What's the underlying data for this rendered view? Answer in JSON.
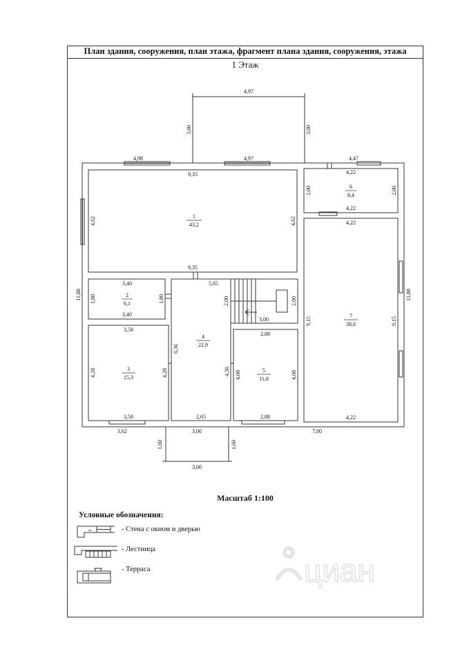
{
  "header": {
    "title": "План здания, сооружения, план этажа, фрагмент плана здания, сооружения, этажа"
  },
  "floor_title": "1 Этаж",
  "dimensions": {
    "terrace_top_width": "4,97",
    "terrace_top_left_depth": "3,00",
    "terrace_top_right_depth": "3,00",
    "outer_top_left": "4,98",
    "outer_top_mid": "4,97",
    "outer_top_right": "4,47",
    "outer_left_height": "11,88",
    "outer_right_height": "11,88",
    "outer_bottom_left": "3,62",
    "outer_bottom_mid": "3,00",
    "outer_bottom_right": "7,80",
    "porch_left": "1,60",
    "porch_right": "1,60",
    "porch_bottom": "3,00"
  },
  "rooms": [
    {
      "number": "1",
      "area": "43,2",
      "top": "9,35",
      "bottom": "9,35",
      "left": "4,62",
      "right": "4,62"
    },
    {
      "number": "2",
      "area": "6,1",
      "top": "3,40",
      "bottom": "3,40",
      "left": "1,80",
      "right": "1,80"
    },
    {
      "number": "3",
      "area": "15,3",
      "top": "3,58",
      "bottom": "3,58",
      "left": "4,28",
      "right": "4,28"
    },
    {
      "number": "4",
      "area": "22,9",
      "top": "5,65",
      "bottom": "2,65",
      "left": "6,36",
      "right": "4,36"
    },
    {
      "number": "5",
      "area": "11,8",
      "top": "2,88",
      "bottom": "2,88",
      "left": "4,08",
      "right": "4,08"
    },
    {
      "number": "6",
      "area": "8,4",
      "top": "4,22",
      "bottom": "4,22",
      "left": "2,00",
      "right": "2,00"
    },
    {
      "number": "7",
      "area": "38,6",
      "top": "4,22",
      "bottom": "4,22",
      "left": "9,15",
      "right": "9,15"
    }
  ],
  "stair": {
    "left": "2,00",
    "right": "2,00",
    "bottom": "3,00"
  },
  "scale": "Масштаб 1:100",
  "legend": {
    "title": "Условные обозначения:",
    "items": [
      {
        "label": "- Стена с окном и дверью",
        "icon": "wall-window-door-icon"
      },
      {
        "label": "- Лестница",
        "icon": "stair-icon"
      },
      {
        "label": "- Терраса",
        "icon": "terrace-icon"
      }
    ]
  },
  "watermark": "циан",
  "colors": {
    "line": "#333333",
    "watermark": "#e6e6e6"
  }
}
